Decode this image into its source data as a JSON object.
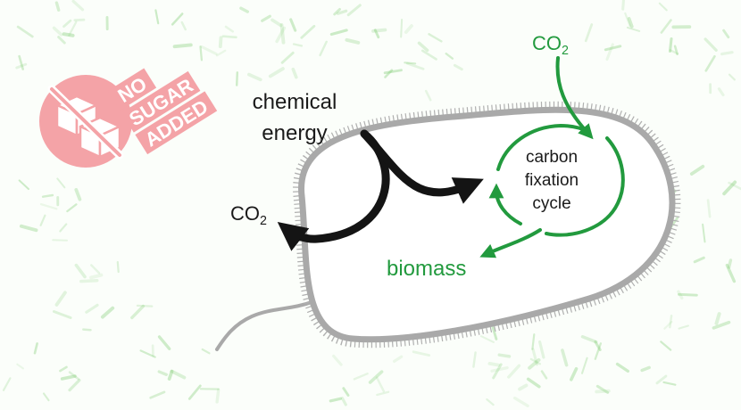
{
  "colors": {
    "background": "#fbfefa",
    "bacteria_texture": "#7ccb6f",
    "membrane": "#a9a9a9",
    "cell_interior": "#ffffff",
    "chemical_energy": "#141414",
    "carbon_cycle": "#229a3e",
    "badge": "#f4a3a7"
  },
  "badge": {
    "line1": "NO",
    "line2": "SUGAR",
    "line3": "ADDED"
  },
  "labels": {
    "chemical_energy_line1": "chemical",
    "chemical_energy_line2": "energy",
    "co2_in_base": "CO",
    "co2_in_sub": "2",
    "co2_out_base": "CO",
    "co2_out_sub": "2",
    "cycle_line1": "carbon",
    "cycle_line2": "fixation",
    "cycle_line3": "cycle",
    "biomass": "biomass"
  }
}
